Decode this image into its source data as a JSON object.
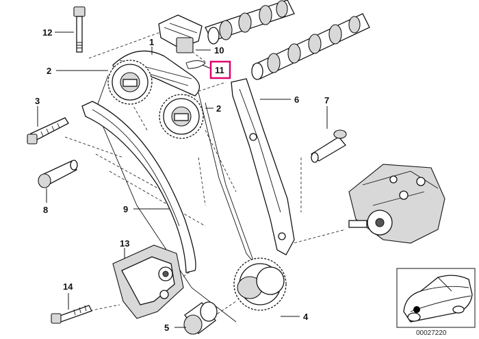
{
  "callouts": {
    "c1": "1",
    "c2a": "2",
    "c2b": "2",
    "c3": "3",
    "c4": "4",
    "c5": "5",
    "c6": "6",
    "c7": "7",
    "c8": "8",
    "c9": "9",
    "c10": "10",
    "c11": "11",
    "c12": "12",
    "c13": "13",
    "c14": "14"
  },
  "highlight_color": "#e0006e",
  "diagram_code": "00027220"
}
